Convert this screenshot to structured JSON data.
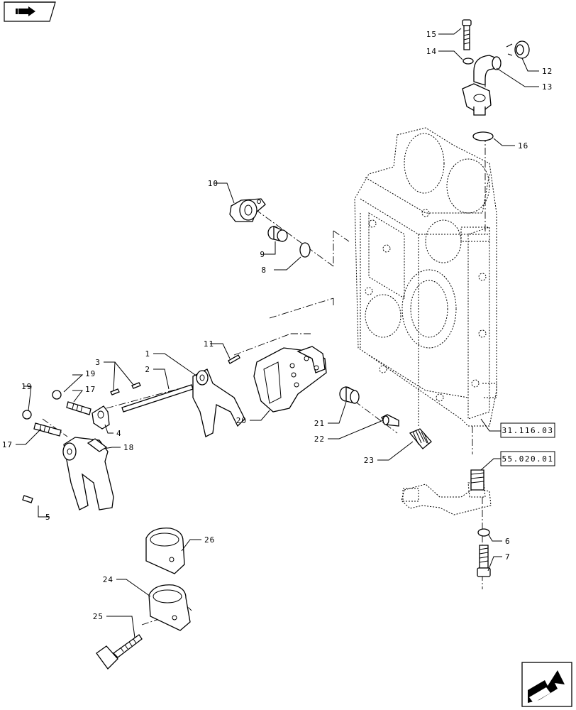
{
  "nav": {
    "back_icon": "back-arrow-icon",
    "forward_icon": "forward-arrow-icon"
  },
  "callouts": [
    "1",
    "2",
    "3",
    "4",
    "5",
    "6",
    "7",
    "8",
    "9",
    "10",
    "11",
    "12",
    "13",
    "14",
    "15",
    "16",
    "17",
    "17",
    "18",
    "19",
    "19",
    "20",
    "21",
    "22",
    "23",
    "24",
    "25",
    "26"
  ],
  "references": [
    "31.116.03",
    "55.020.01"
  ]
}
